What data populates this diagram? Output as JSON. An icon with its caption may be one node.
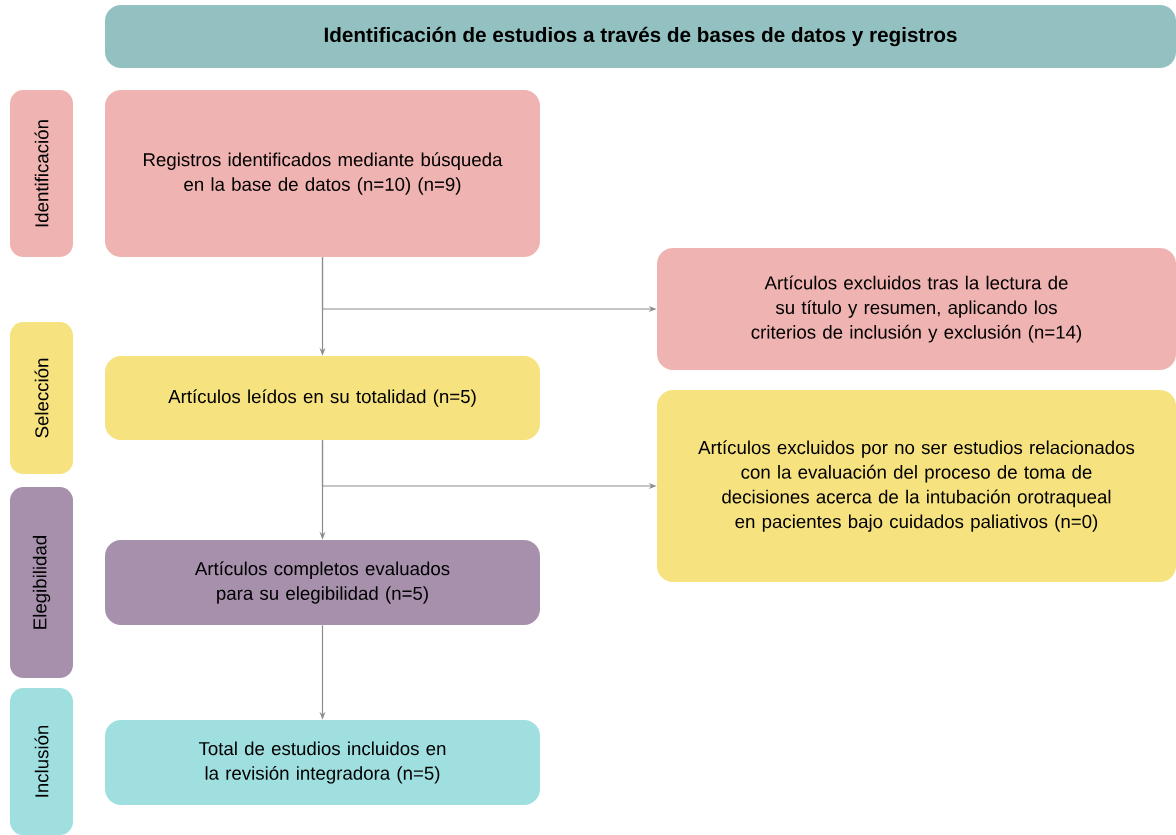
{
  "diagram": {
    "title": "Identificación de estudios a través de bases de datos y registros",
    "nodes": [
      {
        "text": [
          "Identificación"
        ]
      },
      {
        "text": [
          "Registros identificados mediante búsqueda en la base de datos (n=10) (n=9)"
        ]
      },
      {
        "text": [
          "Artículos excluidos tras la lectura de su título y resumen, aplicando los criterios de inclusión y exclusión (n=14)"
        ]
      },
      {
        "text": [
          "Selección"
        ]
      },
      {
        "text": [
          "Artículos leídos en su totalidad (n=5)"
        ]
      },
      {
        "text": [
          "Artículos excluidos por no ser estudios relacionados con la evaluación del proceso de toma de decisiones acerca de la intubación orotraqueal en pacientes bajo cuidados paliativos (n=0)"
        ]
      },
      {
        "text": [
          "Elegibilidad"
        ]
      },
      {
        "text": [
          "Artículos completos evaluados para su elegibilidad (n=5)"
        ]
      },
      {
        "text": [
          "Inclusión"
        ]
      },
      {
        "text": [
          "Total de estudios incluidos en la revisión integradora (n=5)"
        ]
      }
    ],
    "edges": [
      {
        "from": 1,
        "to": 4,
        "arrow": "to"
      },
      {
        "from": 1,
        "to": 2,
        "arrow": "to"
      },
      {
        "from": 4,
        "to": 7,
        "arrow": "to"
      },
      {
        "from": 4,
        "to": 5,
        "arrow": "to"
      },
      {
        "from": 7,
        "to": 9,
        "arrow": "to"
      }
    ]
  }
}
